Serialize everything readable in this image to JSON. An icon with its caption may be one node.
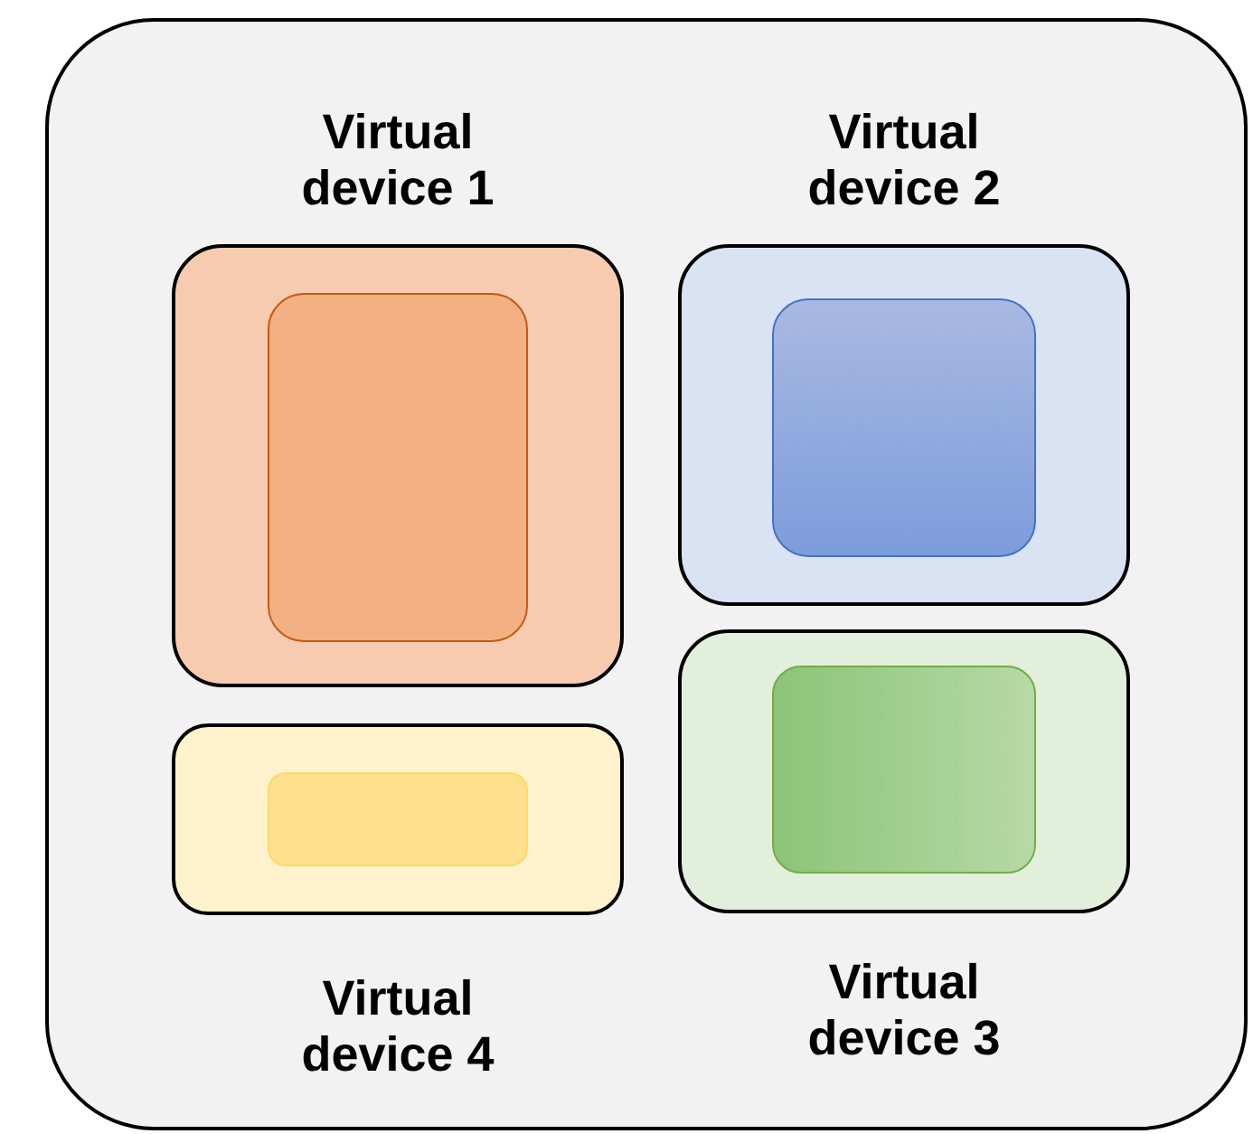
{
  "diagram": {
    "nodes": [
      {
        "text": [],
        "shape": "box"
      },
      {
        "text": [
          "Virtual device 1"
        ],
        "in": 0
      },
      {
        "text": [],
        "shape": "box",
        "in": 1
      },
      {
        "text": [
          "Virtual device 2"
        ],
        "in": 0
      },
      {
        "text": [],
        "shape": "box",
        "in": 3
      },
      {
        "text": [
          "Virtual device 3"
        ],
        "in": 0
      },
      {
        "text": [],
        "shape": "box",
        "in": 5
      },
      {
        "text": [
          "Virtual device 4"
        ],
        "in": 0
      },
      {
        "text": [],
        "shape": "box",
        "in": 7
      }
    ]
  }
}
